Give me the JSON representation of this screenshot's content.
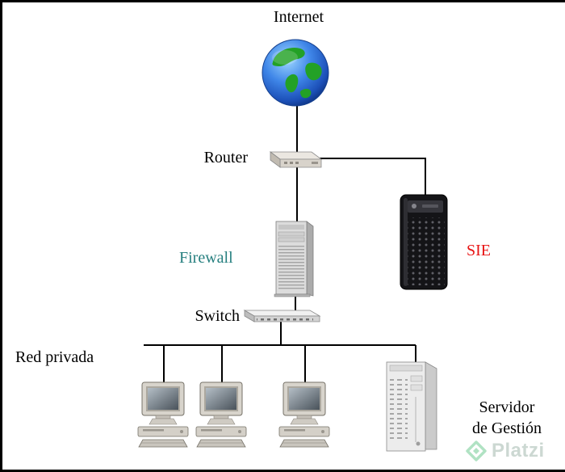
{
  "diagram": {
    "nodes": {
      "internet": {
        "label": "Internet"
      },
      "router": {
        "label": "Router"
      },
      "firewall": {
        "label": "Firewall",
        "label_color": "#267f7f"
      },
      "sie": {
        "label": "SIE",
        "label_color": "#e81414"
      },
      "switch": {
        "label": "Switch"
      },
      "private_network": {
        "label": "Red privada"
      },
      "management_server": {
        "label_line1": "Servidor",
        "label_line2": "de Gestión"
      },
      "workstations": {
        "count": 3
      }
    },
    "connections": [
      {
        "from": "internet",
        "to": "router"
      },
      {
        "from": "router",
        "to": "firewall"
      },
      {
        "from": "router",
        "to": "sie"
      },
      {
        "from": "firewall",
        "to": "switch"
      },
      {
        "from": "switch",
        "to": "private-network-bus"
      },
      {
        "from": "private-network-bus",
        "to": "pc-1"
      },
      {
        "from": "private-network-bus",
        "to": "pc-2"
      },
      {
        "from": "private-network-bus",
        "to": "pc-3"
      },
      {
        "from": "private-network-bus",
        "to": "management-server"
      }
    ],
    "colors": {
      "line": "#000000",
      "background": "#ffffff"
    },
    "watermark": {
      "text": "Platzi",
      "text_color": "#b7c8c0",
      "logo_color": "#8fd6aa"
    }
  }
}
